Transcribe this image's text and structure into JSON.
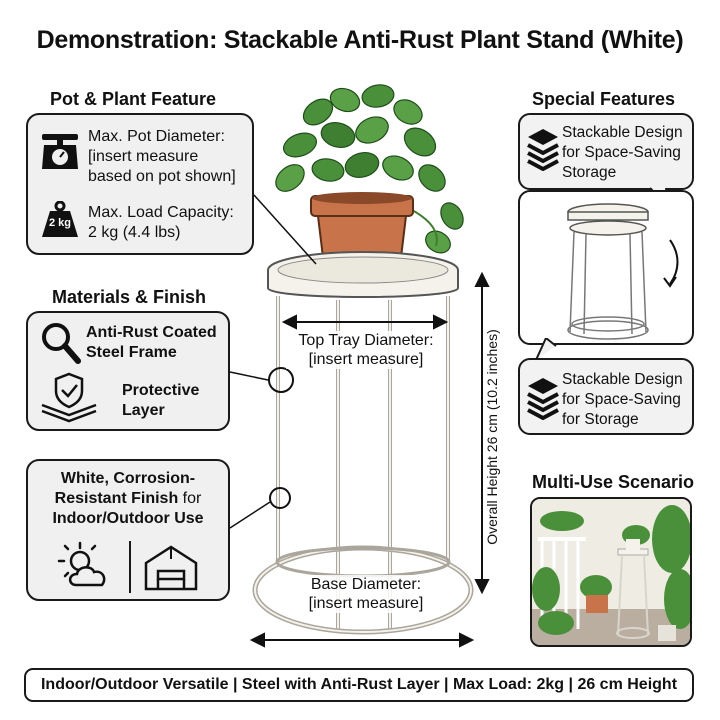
{
  "title": "Demonstration: Stackable Anti-Rust Plant Stand (White)",
  "pot_section": {
    "title": "Pot & Plant Feature",
    "diameter_line1": "Max. Pot Diameter:",
    "diameter_line2": "[insert measure",
    "diameter_line3": "based on pot shown]",
    "load_line1": "Max. Load Capacity:",
    "load_line2": "2 kg (4.4 lbs)",
    "weight_badge": "2 kg"
  },
  "materials_section": {
    "title": "Materials & Finish",
    "frame_line1": "Anti-Rust Coated",
    "frame_line2": "Steel Frame",
    "layer_line1": "Protective",
    "layer_line2": "Layer",
    "finish_line1": "White, Corrosion-",
    "finish_line2a": "Resistant Finish",
    "finish_line2b": " for",
    "finish_line3": "Indoor/Outdoor Use"
  },
  "special_section": {
    "title": "Special Features",
    "stack_top_line1": "Stackable Design",
    "stack_top_line2": "for Space-Saving",
    "stack_top_line3": "Storage",
    "stack_bottom_line1": "Stackable Design",
    "stack_bottom_line2": "for Space-Saving",
    "stack_bottom_line3": "for Storage"
  },
  "dimensions": {
    "top_tray_line1": "Top Tray Diameter:",
    "top_tray_line2": "[insert measure]",
    "base_line1": "Base Diameter:",
    "base_line2": "[insert measure]",
    "height": "Overall Height 26 cm (10.2 inches)"
  },
  "multi_use": {
    "title": "Multi-Use Scenario"
  },
  "footer": "Indoor/Outdoor Versatile | Steel with Anti-Rust Layer | Max Load: 2kg | 26 cm Height",
  "colors": {
    "stand": "#f4f2ea",
    "pot": "#c8734a",
    "leaf": "#4a8f3a",
    "outline": "#1a1a1a",
    "card": "#f0f0f0"
  }
}
